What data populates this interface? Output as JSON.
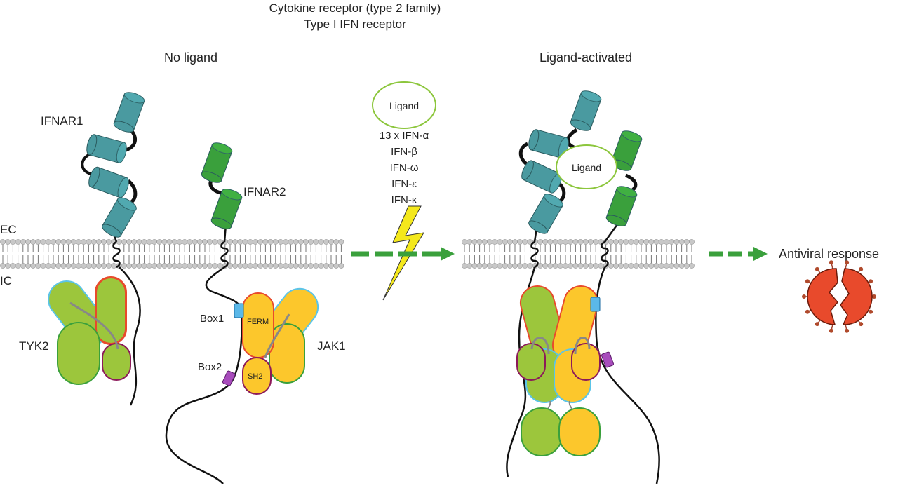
{
  "header": {
    "line1": "Cytokine receptor (type 2 family)",
    "line2": "Type I IFN receptor"
  },
  "panels": {
    "left": "No ligand",
    "right": "Ligand-activated"
  },
  "membrane": {
    "ec": "EC",
    "ic": "IC"
  },
  "receptors": {
    "ifnar1": "IFNAR1",
    "ifnar2": "IFNAR2"
  },
  "kinases": {
    "tyk2": "TYK2",
    "jak1": "JAK1"
  },
  "domains": {
    "ferm": "FERM",
    "sh2": "SH2",
    "box1": "Box1",
    "box2": "Box2"
  },
  "ligand": {
    "label": "Ligand",
    "types": [
      "13 x IFN-α",
      "IFN-β",
      "IFN-ω",
      "IFN-ε",
      "IFN-κ"
    ]
  },
  "outcome": "Antiviral response",
  "colors": {
    "ifnar1": "#4a9aa0",
    "ifnar2": "#3aa03c",
    "tyk2": "#9cc63c",
    "jak1": "#fcc72c",
    "sh2": "#8c1a5a",
    "box1": "#5bb8e8",
    "box2": "#a84cbc",
    "arrow": "#3aa03c",
    "lightning": "#f4e81c",
    "virus": "#e84a2c",
    "membrane": "#c8c8c8"
  }
}
